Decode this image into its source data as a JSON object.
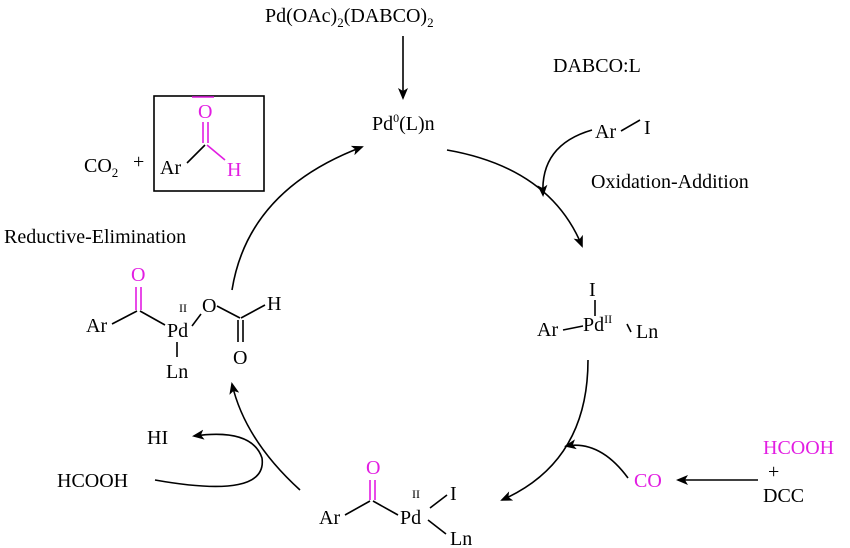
{
  "colors": {
    "highlight": "#e21de2",
    "ink": "#000000"
  },
  "precatalyst": {
    "base": "Pd(OAc)",
    "sub1": "2",
    "mid": "(DABCO)",
    "sub2": "2"
  },
  "ratio_label": "DABCO:L",
  "pd0": {
    "base": "Pd",
    "sup": "0",
    "rest": "(L)n"
  },
  "reagent_top": {
    "ar": "Ar",
    "i": "I"
  },
  "step_oxidation": "Oxidation-Addition",
  "step_reductive": "Reductive-Elimination",
  "product": {
    "co2_base": "CO",
    "co2_sub": "2",
    "plus": "+",
    "ar": "Ar",
    "o": "O",
    "h": "H"
  },
  "intermediate_oa": {
    "i": "I",
    "ar": "Ar",
    "pd": "Pd",
    "ox": "II",
    "ln": "Ln"
  },
  "intermediate_acyl": {
    "o": "O",
    "ar": "Ar",
    "pd": "Pd",
    "ox": "II",
    "i": "I",
    "ln": "Ln"
  },
  "intermediate_formate": {
    "o_acyl": "O",
    "ar": "Ar",
    "pd": "Pd",
    "ox": "II",
    "o": "O",
    "h": "H",
    "o_carbonyl": "O",
    "ln": "Ln"
  },
  "co_source": {
    "hcooh": "HCOOH",
    "plus": "+",
    "dcc": "DCC",
    "co": "CO"
  },
  "exchange": {
    "hi": "HI",
    "hcooh": "HCOOH"
  }
}
